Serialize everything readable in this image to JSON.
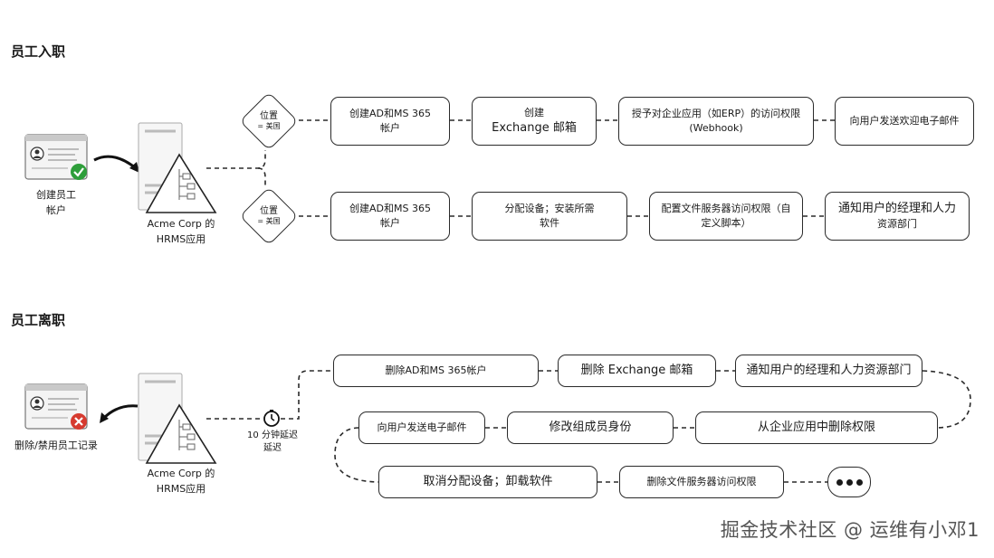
{
  "onboarding": {
    "title": "员工入职",
    "create_label": [
      "创建员工",
      "帐户"
    ],
    "hrms_label": [
      "Acme Corp 的",
      "HRMS应用"
    ],
    "location1": {
      "title": "位置",
      "sub": "= 美国"
    },
    "location2": {
      "title": "位置",
      "sub": "= 美国"
    },
    "row1": [
      [
        "创建AD和MS 365",
        "帐户"
      ],
      [
        "创建",
        "Exchange 邮箱"
      ],
      [
        "授予对企业应用（如ERP）的访问权限",
        "(Webhook)"
      ],
      [
        "向用户发送欢迎电子邮件"
      ]
    ],
    "row2": [
      [
        "创建AD和MS 365",
        "帐户"
      ],
      [
        "分配设备；安装所需",
        "软件"
      ],
      [
        "配置文件服务器访问权限（自",
        "定义脚本）"
      ],
      [
        "通知用户的经理和人力",
        "资源部门"
      ]
    ]
  },
  "offboarding": {
    "title": "员工离职",
    "delete_label": "删除/禁用员工记录",
    "hrms_label": [
      "Acme Corp 的",
      "HRMS应用"
    ],
    "delay_label": [
      "10 分钟延迟",
      "延迟"
    ],
    "row1": [
      "删除AD和MS 365帐户",
      "删除 Exchange 邮箱",
      "通知用户的经理和人力资源部门"
    ],
    "row2": [
      "向用户发送电子邮件",
      "修改组成员身份",
      "从企业应用中删除权限"
    ],
    "row3": [
      "取消分配设备；卸载软件",
      "删除文件服务器访问权限"
    ]
  },
  "watermark": "掘金技术社区 @ 运维有小邓1",
  "colors": {
    "stroke": "#2a2a2a",
    "check": "#2e9e3a",
    "cross": "#d63a2f"
  }
}
